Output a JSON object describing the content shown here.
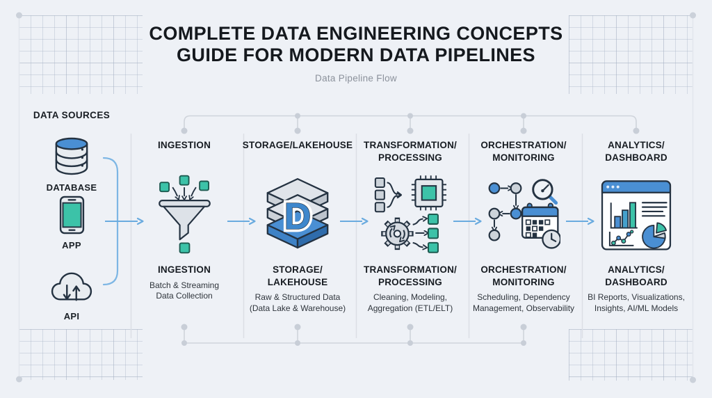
{
  "title": {
    "text": "COMPLETE DATA ENGINEERING CONCEPTS\nGUIDE FOR MODERN DATA PIPELINES",
    "subtitle": "Data Pipeline Flow"
  },
  "data_sources": {
    "heading": "DATA SOURCES",
    "items": [
      {
        "label": "DATABASE",
        "icon": "database-icon"
      },
      {
        "label": "APP",
        "icon": "mobile-app-icon"
      },
      {
        "label": "API",
        "icon": "cloud-api-icon"
      }
    ]
  },
  "pipeline": {
    "stages": [
      {
        "header": "INGESTION",
        "label": "INGESTION",
        "description": "Batch & Streaming\nData Collection",
        "icon": "funnel-ingestion-icon"
      },
      {
        "header": "STORAGE/LAKEHOUSE",
        "label": "STORAGE/\nLAKEHOUSE",
        "description": "Raw & Structured Data\n(Data Lake & Warehouse)",
        "icon": "lakehouse-stack-icon"
      },
      {
        "header": "TRANSFORMATION/\nPROCESSING",
        "label": "TRANSFORMATION/\nPROCESSING",
        "description": "Cleaning, Modeling,\nAggregation (ETL/ELT)",
        "icon": "gear-chip-processing-icon"
      },
      {
        "header": "ORCHESTRATION/\nMONITORING",
        "label": "ORCHESTRATION/\nMONITORING",
        "description": "Scheduling, Dependency\nManagement, Observability",
        "icon": "dag-calendar-monitoring-icon"
      },
      {
        "header": "ANALYTICS/\nDASHBOARD",
        "label": "ANALYTICS/\nDASHBOARD",
        "description": "BI Reports, Visualizations,\nInsights, AI/ML Models",
        "icon": "dashboard-analytics-icon"
      }
    ]
  },
  "colors": {
    "background": "#eef1f6",
    "accent_blue": "#4a8fd3",
    "accent_teal": "#3cc2a8",
    "icon_outline": "#243241",
    "icon_gray": "#dde2e8",
    "connector_gray": "#cfd4db",
    "flow_arrow_blue": "#6aabdf",
    "title_text": "#15191e",
    "subtitle_text": "#8b919b",
    "body_text": "#2e343b"
  }
}
